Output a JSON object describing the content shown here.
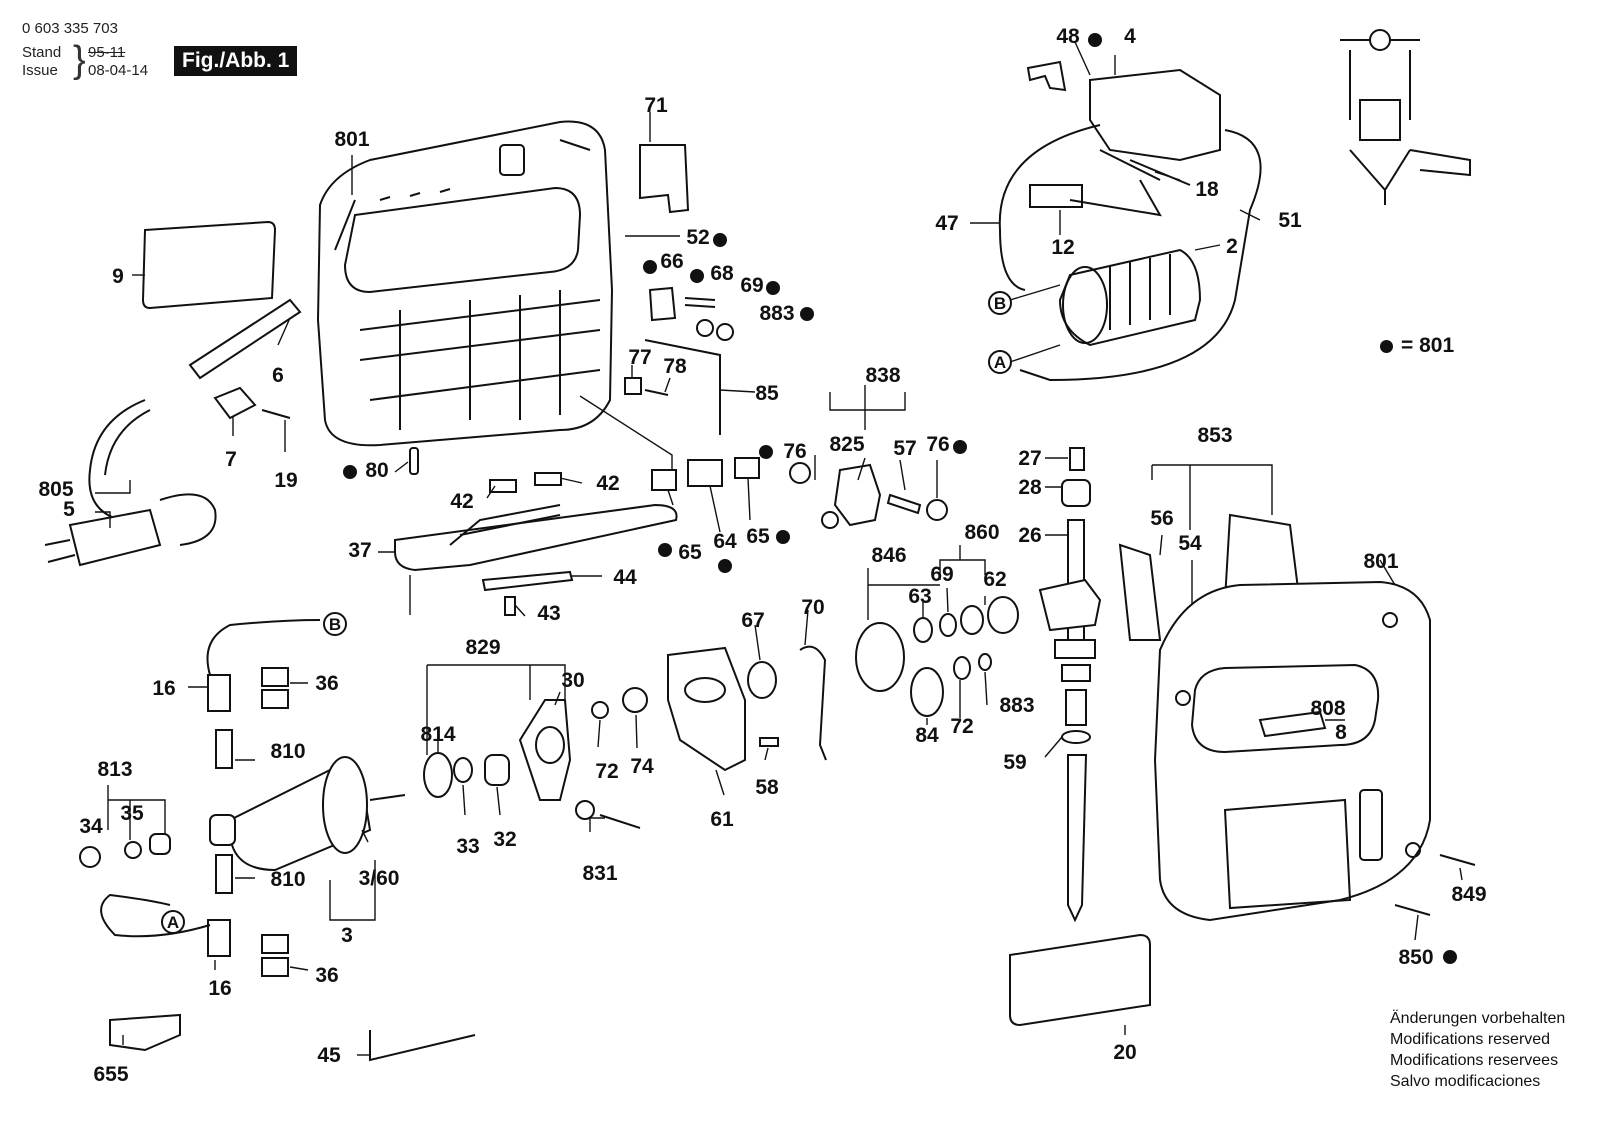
{
  "header": {
    "part_number": "0 603 335 703",
    "stand_label": "Stand",
    "stand_value": "95-11",
    "issue_label": "Issue",
    "issue_value": "08-04-14",
    "figure_label": "Fig./Abb. 1"
  },
  "legend": {
    "marker_meaning": "= 801"
  },
  "footer_notes": [
    "Änderungen vorbehalten",
    "Modifications reserved",
    "Modifications reservees",
    "Salvo modificaciones"
  ],
  "part_labels": [
    "801",
    "71",
    "52",
    "66",
    "68",
    "69",
    "883",
    "9",
    "6",
    "7",
    "19",
    "805",
    "5",
    "77",
    "78",
    "85",
    "80",
    "42",
    "42",
    "37",
    "44",
    "43",
    "65",
    "64",
    "65",
    "65",
    "48",
    "4",
    "18",
    "47",
    "12",
    "2",
    "51",
    "838",
    "76",
    "825",
    "57",
    "76",
    "27",
    "28",
    "26",
    "853",
    "56",
    "54",
    "860",
    "846",
    "63",
    "69",
    "62",
    "16",
    "36",
    "810",
    "813",
    "34",
    "35",
    "810",
    "3/60",
    "3",
    "16",
    "36",
    "655",
    "45",
    "829",
    "30",
    "814",
    "33",
    "32",
    "72",
    "74",
    "831",
    "67",
    "61",
    "70",
    "58",
    "84",
    "72",
    "883",
    "59",
    "801",
    "808",
    "8",
    "849",
    "850",
    "20"
  ],
  "circle_refs": [
    "B",
    "A",
    "B",
    "A"
  ]
}
